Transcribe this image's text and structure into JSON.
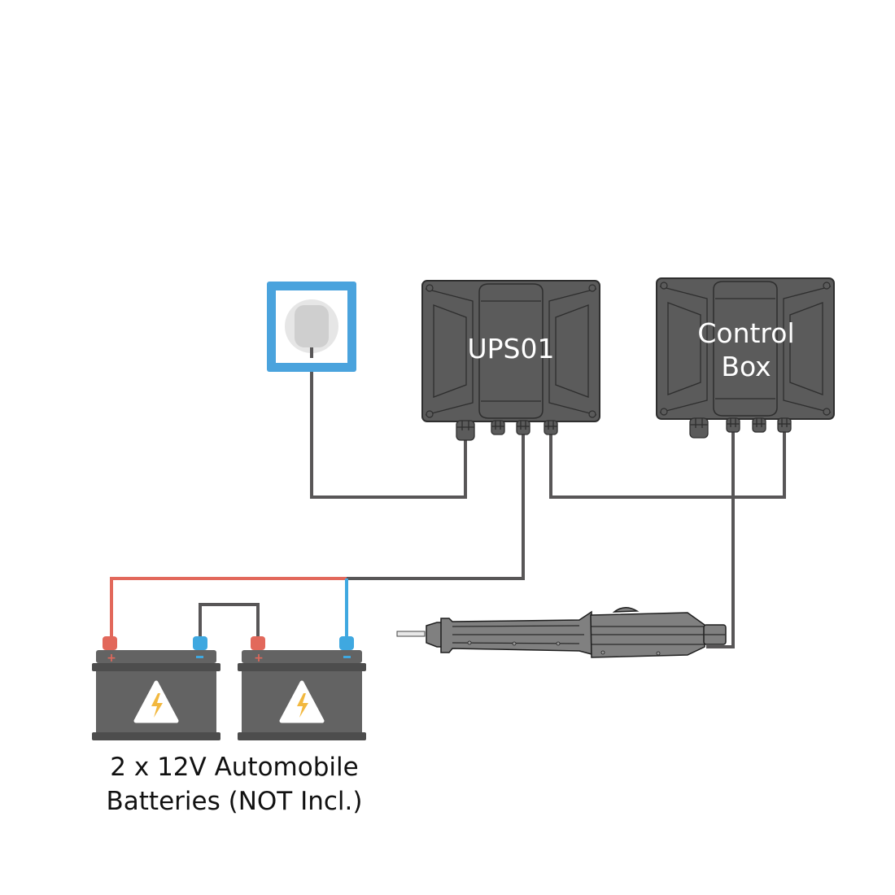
{
  "diagram": {
    "title": "UPS01 wiring with two 12V automobile batteries",
    "components": {
      "wall_outlet": {
        "name": "Wall power socket",
        "icon": "power-socket-icon"
      },
      "ups": {
        "label": "UPS01",
        "icon": "enclosure-box-icon"
      },
      "control_box": {
        "label_line1": "Control",
        "label_line2": "Box",
        "icon": "enclosure-box-icon"
      },
      "actuator": {
        "name": "Gate opener linear actuator",
        "icon": "linear-actuator-icon"
      },
      "batteries": {
        "count": 2,
        "voltage": "12V",
        "caption_line1": "2 x 12V Automobile",
        "caption_line2": "Batteries (NOT Incl.)",
        "positive_symbol": "+",
        "negative_symbol": "−",
        "icon": "high-voltage-warning-icon"
      }
    },
    "connections": [
      {
        "from": "wall_outlet",
        "to": "ups.gland_1",
        "color": "wire"
      },
      {
        "from": "ups.gland_3",
        "to": "batteries.series_output",
        "color": "wire"
      },
      {
        "from": "ups.gland_4",
        "to": "control_box.gland_4",
        "color": "wire"
      },
      {
        "from": "control_box.gland_2",
        "to": "actuator",
        "color": "wire"
      },
      {
        "from": "battery_1.positive",
        "to": "series_output",
        "color": "positive"
      },
      {
        "from": "battery_2.negative",
        "to": "series_output",
        "color": "negative"
      },
      {
        "from": "battery_1.negative",
        "to": "battery_2.positive",
        "color": "wire"
      }
    ],
    "colors": {
      "wire": "#585657",
      "positive": "#e2685b",
      "negative": "#3fa8e0",
      "enclosure": "#5b5b5b",
      "enclosure_outline": "#2e2e2e",
      "battery": "#636363",
      "battery_dark": "#4d4d4d",
      "outlet_frame": "#4aa3dd",
      "outlet_face": "#e6e6e6",
      "outlet_inner": "#cfcfcf",
      "bolt": "#f2b83f"
    }
  }
}
